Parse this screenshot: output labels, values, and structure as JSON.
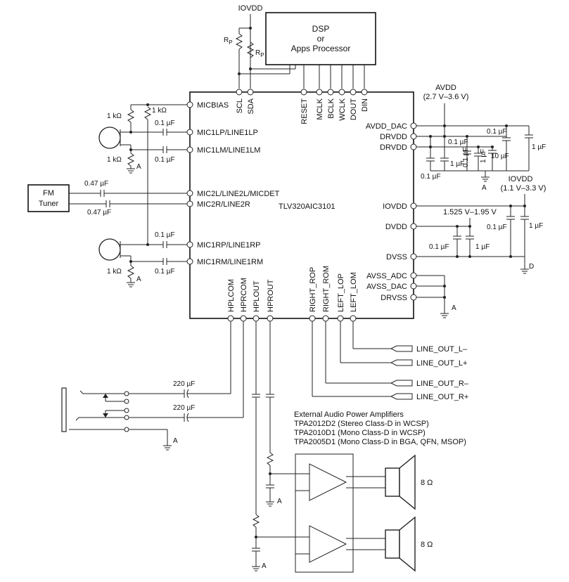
{
  "ic": {
    "name": "TLV320AIC3101",
    "left_pins": [
      "MICBIAS",
      "MIC1LP/LINE1LP",
      "MIC1LM/LINE1LM",
      "MIC2L/LINE2L/MICDET",
      "MIC2R/LINE2R",
      "MIC1RP/LINE1RP",
      "MIC1RM/LINE1RM"
    ],
    "top_pins": [
      "SCL",
      "SDA",
      "RESET",
      "MCLK",
      "BCLK",
      "WCLK",
      "DOUT",
      "DIN"
    ],
    "right_pins": [
      "AVDD_DAC",
      "DRVDD",
      "DRVDD",
      "IOVDD",
      "DVDD",
      "DVSS",
      "AVSS_ADC",
      "AVSS_DAC",
      "DRVSS"
    ],
    "bottom_pins": [
      "HPLCOM",
      "HPRCOM",
      "HPLOUT",
      "HPROUT",
      "RIGHT_ROP",
      "RIGHT_ROM",
      "LEFT_LOP",
      "LEFT_LOM"
    ]
  },
  "dsp": {
    "line1": "DSP",
    "line2": "or",
    "line3": "Apps Processor"
  },
  "fm_tuner": {
    "line1": "FM",
    "line2": "Tuner"
  },
  "supplies": {
    "iovdd_top": "IOVDD",
    "rp": "R",
    "rp_sub": "P",
    "avdd": "AVDD",
    "avdd_range": "(2.7 V–3.6 V)",
    "iovdd": "IOVDD",
    "iovdd_range": "(1.1 V–3.3 V)",
    "dvdd_range": "1.525 V–1.95 V"
  },
  "components": {
    "r1k": "1 kΩ",
    "c01u": "0.1 µF",
    "c047u": "0.47 µF",
    "c1u": "1 µF",
    "c10u": "10 µF",
    "c220u": "220 µF",
    "speaker": "8 Ω"
  },
  "grounds": {
    "a": "A",
    "d": "D"
  },
  "line_outs": [
    "LINE_OUT_L–",
    "LINE_OUT_L+",
    "LINE_OUT_R–",
    "LINE_OUT_R+"
  ],
  "amplifiers": {
    "title": "External Audio Power Amplifiers",
    "items": [
      "TPA2012D2 (Stereo Class-D in WCSP)",
      "TPA2010D1 (Mono Class-D in WCSP)",
      "TPA2005D1 (Mono Class-D in BGA, QFN, MSOP)"
    ]
  }
}
